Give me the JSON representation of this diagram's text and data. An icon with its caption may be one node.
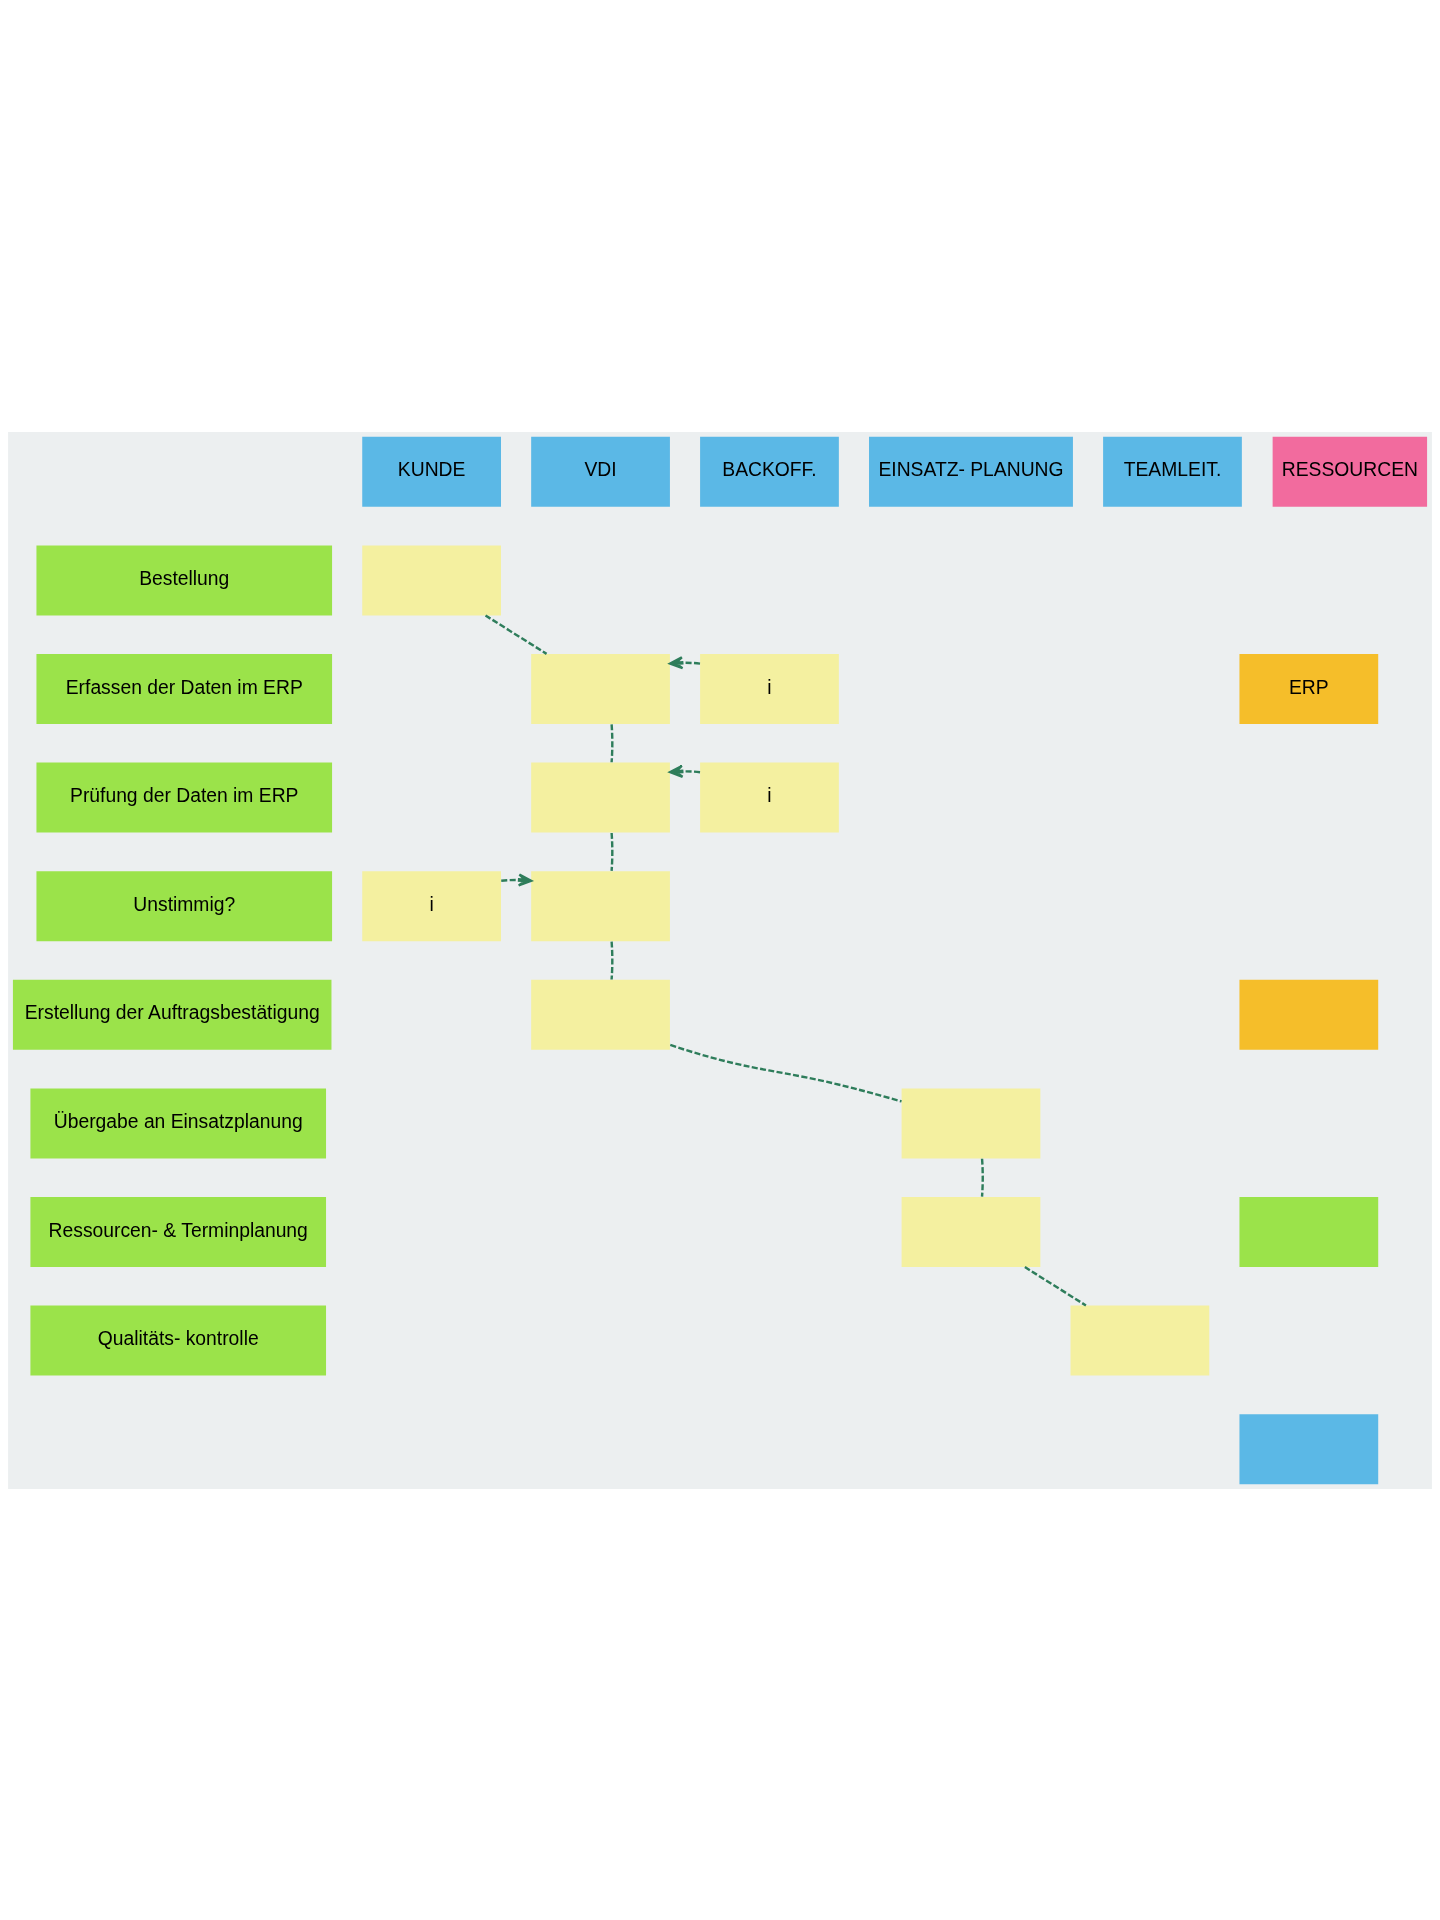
{
  "diagram": {
    "nodes": [
      {
        "text": [
          "KUNDE"
        ]
      },
      {
        "text": [
          "VDI"
        ]
      },
      {
        "text": [
          "BACKOFF."
        ]
      },
      {
        "text": [
          "EINSATZ- PLANUNG"
        ]
      },
      {
        "text": [
          "TEAMLEIT."
        ]
      },
      {
        "text": [
          "RESSOURCEN"
        ]
      },
      {
        "text": [
          "Bestellung"
        ]
      },
      {
        "text": [
          "Erfassen der Daten im ERP"
        ]
      },
      {
        "text": [
          "Prüfung der Daten im ERP"
        ]
      },
      {
        "text": [
          "Unstimmig?"
        ]
      },
      {
        "text": [
          "Erstellung der Auftragsbestätigung"
        ]
      },
      {
        "text": [
          "Übergabe an Einsatzplanung"
        ]
      },
      {
        "text": [
          "Ressourcen- & Terminplanung"
        ]
      },
      {
        "text": [
          "Qualitäts- kontrolle"
        ]
      },
      {
        "text": [],
        "shape": "box"
      },
      {
        "text": [],
        "shape": "box"
      },
      {
        "text": [
          "i"
        ]
      },
      {
        "text": [
          "ERP"
        ]
      },
      {
        "text": [],
        "shape": "box"
      },
      {
        "text": [
          "i"
        ]
      },
      {
        "text": [
          "i"
        ]
      },
      {
        "text": [],
        "shape": "box"
      },
      {
        "text": [],
        "shape": "box"
      },
      {
        "text": [],
        "shape": "box"
      },
      {
        "text": [],
        "shape": "box"
      },
      {
        "text": [],
        "shape": "box"
      },
      {
        "text": [],
        "shape": "box"
      },
      {
        "text": [],
        "shape": "box"
      },
      {
        "text": [],
        "shape": "box"
      }
    ],
    "edges": [
      {
        "from": 14,
        "to": 15,
        "arrow": "none",
        "style": "dashed"
      },
      {
        "from": 16,
        "to": 15,
        "arrow": "to",
        "style": "dashed"
      },
      {
        "from": 15,
        "to": 18,
        "arrow": "none",
        "style": "dashed"
      },
      {
        "from": 19,
        "to": 18,
        "arrow": "to",
        "style": "dashed"
      },
      {
        "from": 18,
        "to": 21,
        "arrow": "none",
        "style": "dashed"
      },
      {
        "from": 20,
        "to": 21,
        "arrow": "to",
        "style": "dashed"
      },
      {
        "from": 21,
        "to": 22,
        "arrow": "none",
        "style": "dashed"
      },
      {
        "from": 22,
        "to": 24,
        "arrow": "none",
        "style": "dashed"
      },
      {
        "from": 24,
        "to": 25,
        "arrow": "none",
        "style": "dashed"
      },
      {
        "from": 25,
        "to": 26,
        "arrow": "none",
        "style": "dashed"
      }
    ]
  }
}
